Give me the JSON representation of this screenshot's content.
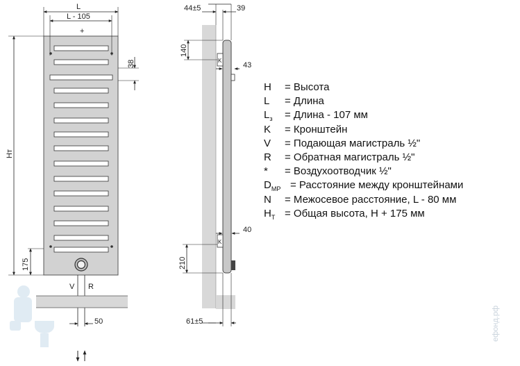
{
  "dimensions": {
    "front": {
      "width_label": "L",
      "inner_width_label": "L - 105",
      "air_vent_mark": "+",
      "slat_gap": "38",
      "height_label": "Hт",
      "bottom_offset": "175",
      "supply_label": "V",
      "return_label": "R",
      "pipe_spacing": "50"
    },
    "side": {
      "top_offset": "44±5",
      "depth": "39",
      "top_bracket": "140",
      "top_depth": "43",
      "bottom_depth": "40",
      "bottom_bracket": "210",
      "bottom_offset": "61±5",
      "bracket_mark": "K"
    }
  },
  "legend": [
    {
      "key": "H",
      "sub": "",
      "text": "= Высота"
    },
    {
      "key": "L",
      "sub": "",
      "text": "= Длина"
    },
    {
      "key": "L",
      "sub": "з",
      "text": "= Длина - 107 мм"
    },
    {
      "key": "K",
      "sub": "",
      "text": "= Кронштейн"
    },
    {
      "key": "V",
      "sub": "",
      "text": "= Подающая магистраль ½\""
    },
    {
      "key": "R",
      "sub": "",
      "text": "= Обратная магистраль ½\""
    },
    {
      "key": "*",
      "sub": "",
      "text": "= Воздухоотводчик ½\""
    },
    {
      "key": "D",
      "sub": "MP",
      "text": "= Расстояние между кронштейнами"
    },
    {
      "key": "N",
      "sub": "",
      "text": "= Межосевое расстояние, L - 80 мм"
    },
    {
      "key": "H",
      "sub": "T",
      "text": "= Общая высота, H + 175 мм"
    }
  ],
  "watermark": "ефонд.рф",
  "colors": {
    "panel": "#d2d2d2",
    "wall": "#d8d8d8",
    "line": "#222222"
  }
}
